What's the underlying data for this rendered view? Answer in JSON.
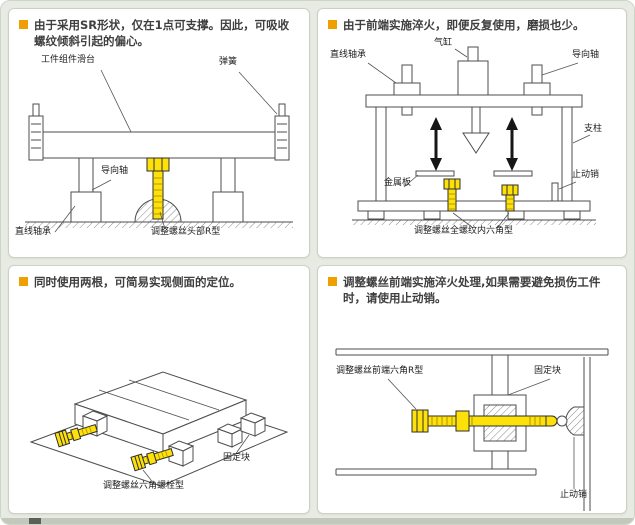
{
  "page": {
    "background_color": "#e8ebe3",
    "panel_background": "#ffffff",
    "accent_color": "#f09f00",
    "highlight_color": "#ffe10a"
  },
  "panels": [
    {
      "description": "由于采用SR形状，仅在1点可支撑。因此，可吸收螺纹倾斜引起的偏心。",
      "labels": {
        "slide_table": "工件组件滑台",
        "spring": "弹簧",
        "guide_shaft": "导向轴",
        "linear_bearing": "直线轴承",
        "adjust_screw": "调整螺丝头部R型"
      }
    },
    {
      "description": "由于前端实施淬火，即便反复使用，磨损也少。",
      "labels": {
        "linear_bearing": "直线轴承",
        "air_cylinder": "气缸",
        "guide_shaft": "导向轴",
        "support_post": "支柱",
        "metal_plate": "金属板",
        "stop_pin": "止动销",
        "adjust_screw": "调整螺丝全螺纹内六角型"
      }
    },
    {
      "description": "同时使用两根，可简易实现侧面的定位。",
      "labels": {
        "fixing_block": "固定块",
        "adjust_screw": "调整螺丝六角螺栓型"
      }
    },
    {
      "description": "调整螺丝前端实施淬火处理,如果需要避免损伤工件时，请使用止动销。",
      "labels": {
        "adjust_screw": "调整螺丝前端六角R型",
        "fixing_block": "固定块",
        "stop_pin": "止动销"
      }
    }
  ]
}
